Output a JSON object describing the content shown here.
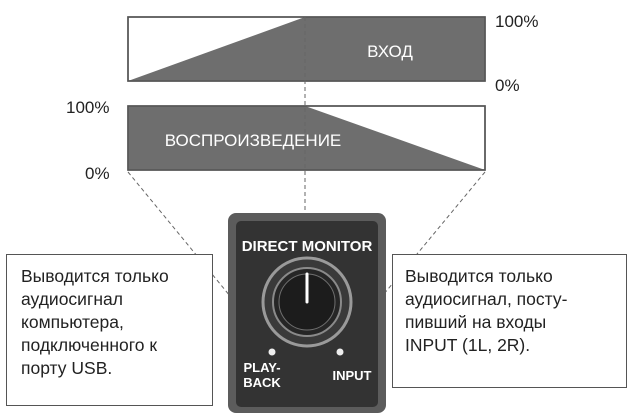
{
  "input_bar": {
    "label": "ВХОД",
    "top_label": "100%",
    "bottom_label": "0%"
  },
  "playback_bar": {
    "label": "ВОСПРОИЗВЕДЕНИЕ",
    "top_label": "100%",
    "bottom_label": "0%"
  },
  "panel": {
    "knob_label": "DIRECT MONITOR",
    "left_label_line1": "PLAY-",
    "left_label_line2": "BACK",
    "right_label": "INPUT"
  },
  "callout_left": {
    "lines": [
      "Выводится только",
      "аудиосигнал",
      "компьютера,",
      "подключенного к",
      "порту USB."
    ]
  },
  "callout_right": {
    "lines": [
      "Выводится только",
      "аудиосигнал, посту-",
      "пивший на входы",
      "INPUT (1L, 2R)."
    ]
  },
  "colors": {
    "bar_fill": "#6e6e6e",
    "panel": "#5c5c5c",
    "panel_dark": "#262626",
    "text_light": "#ffffff"
  }
}
